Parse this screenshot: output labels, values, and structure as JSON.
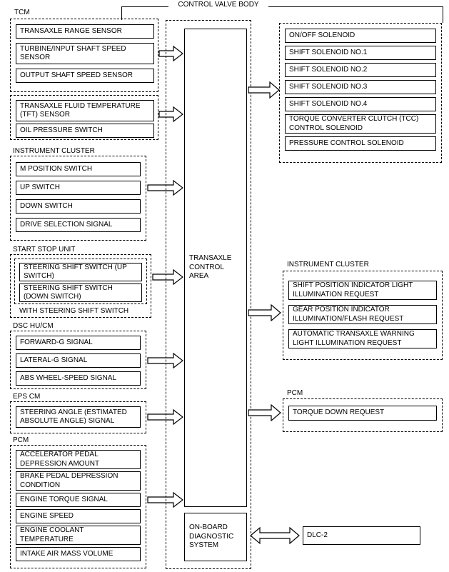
{
  "title": "CONTROL VALVE BODY",
  "tcm_group": {
    "label": "TCM",
    "sensor_box_1": [
      "TRANSAXLE RANGE SENSOR",
      "TURBINE/INPUT SHAFT SPEED SENSOR",
      "OUTPUT SHAFT SPEED SENSOR"
    ],
    "sensor_box_2": [
      "TRANSAXLE FLUID TEMPERATURE (TFT) SENSOR",
      "OIL PRESSURE SWITCH"
    ]
  },
  "instrument_cluster_inputs": {
    "label": "INSTRUMENT CLUSTER",
    "items": [
      "M POSITION SWITCH",
      "UP SWITCH",
      "DOWN SWITCH",
      "DRIVE SELECTION SIGNAL"
    ]
  },
  "start_stop_unit": {
    "label": "START STOP UNIT",
    "items": [
      "STEERING SHIFT SWITCH (UP SWITCH)",
      "STEERING SHIFT SWITCH (DOWN SWITCH)"
    ],
    "note": "WITH STEERING SHIFT SWITCH"
  },
  "dsc": {
    "label": "DSC HU/CM",
    "items": [
      "FORWARD-G SIGNAL",
      "LATERAL-G SIGNAL",
      "ABS WHEEL-SPEED SIGNAL"
    ]
  },
  "eps": {
    "label": "EPS CM",
    "items": [
      "STEERING ANGLE (ESTIMATED ABSOLUTE ANGLE) SIGNAL"
    ]
  },
  "pcm_inputs": {
    "label": "PCM",
    "items": [
      "ACCELERATOR PEDAL DEPRESSION AMOUNT",
      "BRAKE PEDAL DEPRESSION CONDITION",
      "ENGINE TORQUE SIGNAL",
      "ENGINE SPEED",
      "ENGINE COOLANT TEMPERATURE",
      "INTAKE AIR MASS VOLUME"
    ]
  },
  "tcm_center": {
    "control_area": "TRANSAXLE CONTROL AREA",
    "obd": "ON-BOARD DIAGNOSTIC SYSTEM"
  },
  "solenoids": {
    "items": [
      "ON/OFF SOLENOID",
      "SHIFT SOLENOID NO.1",
      "SHIFT SOLENOID NO.2",
      "SHIFT SOLENOID NO.3",
      "SHIFT SOLENOID NO.4",
      "TORQUE CONVERTER CLUTCH (TCC) CONTROL SOLENOID",
      "PRESSURE CONTROL SOLENOID"
    ]
  },
  "instrument_cluster_outputs": {
    "label": "INSTRUMENT CLUSTER",
    "items": [
      "SHIFT POSITION INDICATOR LIGHT ILLUMINATION REQUEST",
      "GEAR POSITION INDICATOR ILLUMINATION/FLASH REQUEST",
      "AUTOMATIC TRANSAXLE WARNING LIGHT ILLUMINATION REQUEST"
    ]
  },
  "pcm_outputs": {
    "label": "PCM",
    "items": [
      "TORQUE DOWN REQUEST"
    ]
  },
  "dlc": {
    "label": "DLC-2"
  }
}
